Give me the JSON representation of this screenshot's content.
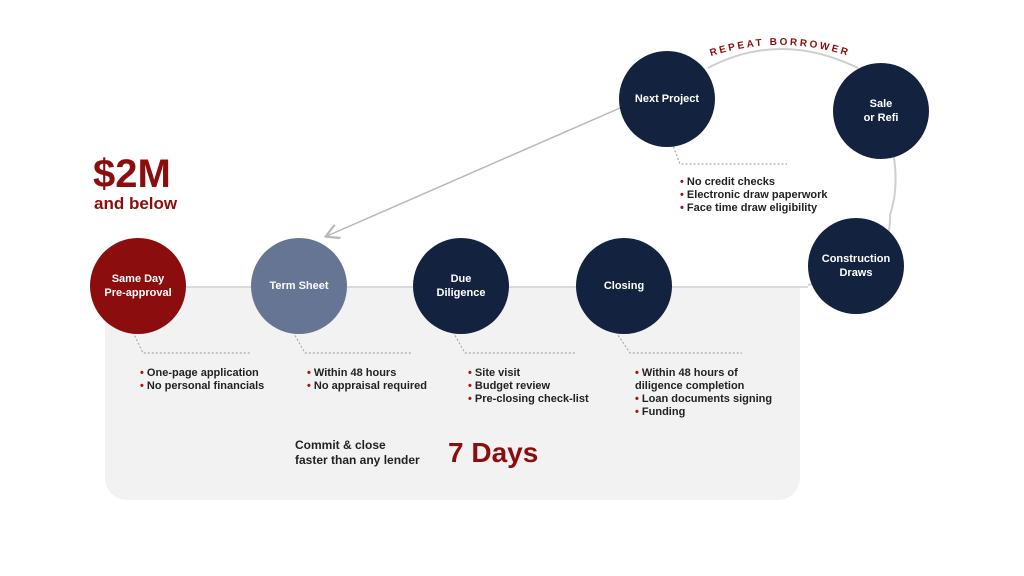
{
  "headline": {
    "amount": "$2M",
    "subtitle": "and below"
  },
  "repeat_label": "REPEAT BORROWER",
  "steps": [
    {
      "label": "Same Day\nPre-approval",
      "bullets": [
        "One-page application",
        "No personal financials"
      ]
    },
    {
      "label": "Term Sheet",
      "bullets": [
        "Within 48 hours",
        "No appraisal required"
      ]
    },
    {
      "label": "Due\nDiligence",
      "bullets": [
        "Site visit",
        "Budget review",
        "Pre-closing check-list"
      ]
    },
    {
      "label": "Closing",
      "bullets": [
        "Within 48 hours of\ndiligence completion",
        "Loan documents signing",
        "Funding"
      ]
    }
  ],
  "cycle": [
    {
      "label": "Construction\nDraws"
    },
    {
      "label": "Sale\nor Refi"
    },
    {
      "label": "Next Project",
      "bullets": [
        "No credit checks",
        "Electronic draw paperwork",
        "Face time draw eligibility"
      ]
    }
  ],
  "summary": {
    "text": "Commit & close\nfaster than any lender",
    "highlight": "7 Days"
  },
  "colors": {
    "red": "#8b0d0d",
    "navy": "#13233f",
    "slate": "#677594",
    "panel": "#f2f2f2"
  }
}
